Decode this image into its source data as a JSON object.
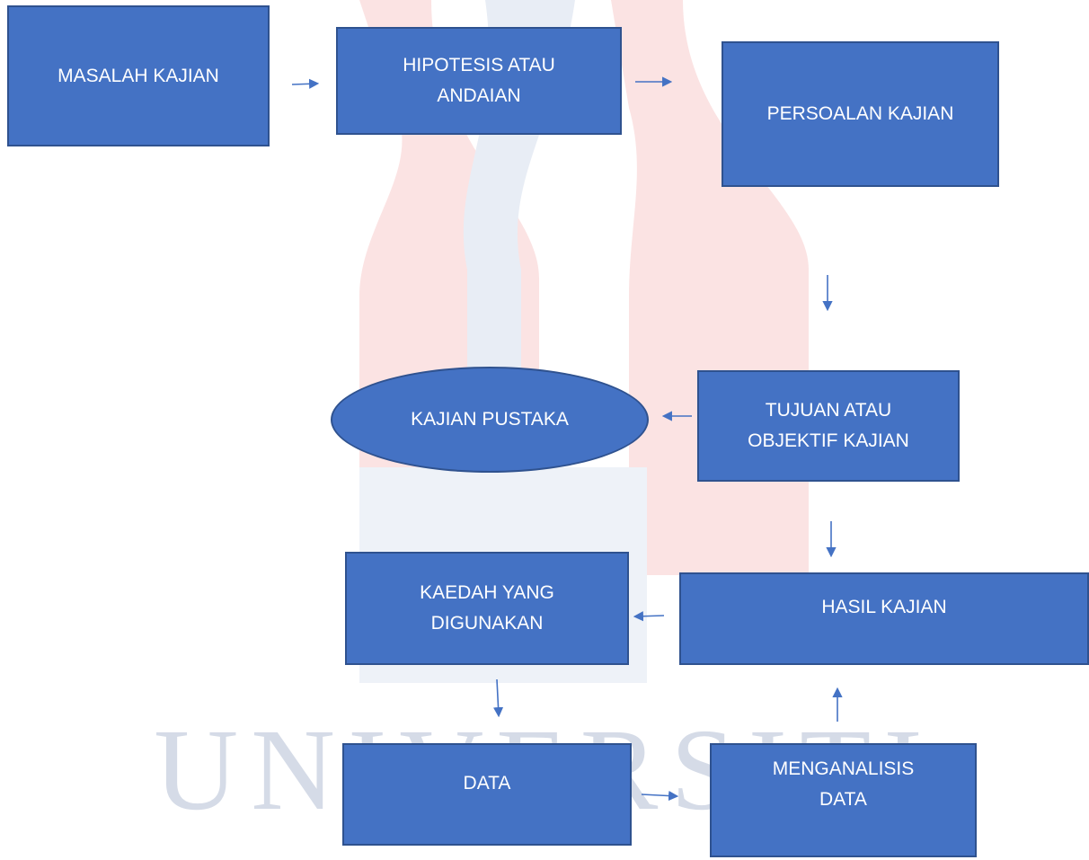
{
  "diagram": {
    "nodes": {
      "masalah_kajian": "MASALAH KAJIAN",
      "hipotesis": [
        "HIPOTESIS ATAU",
        "ANDAIAN"
      ],
      "persoalan_kajian": "PERSOALAN KAJIAN",
      "kajian_pustaka": "KAJIAN PUSTAKA",
      "tujuan": [
        "TUJUAN ATAU",
        "OBJEKTIF KAJIAN"
      ],
      "kaedah": [
        "KAEDAH YANG",
        "DIGUNAKAN"
      ],
      "hasil_kajian": "HASIL KAJIAN",
      "data_box": "DATA",
      "menganalisis": [
        "MENGANALISIS",
        "DATA"
      ]
    },
    "watermark": {
      "text": "UNIVERSITI"
    },
    "colors": {
      "node_fill": "#4472c4",
      "node_border": "#2f528f",
      "node_text": "#ffffff",
      "arrow": "#4472c4",
      "watermark_red": "#fbe3e3",
      "watermark_blue": "#e8edf5",
      "watermark_text": "#d5dbe7"
    }
  }
}
